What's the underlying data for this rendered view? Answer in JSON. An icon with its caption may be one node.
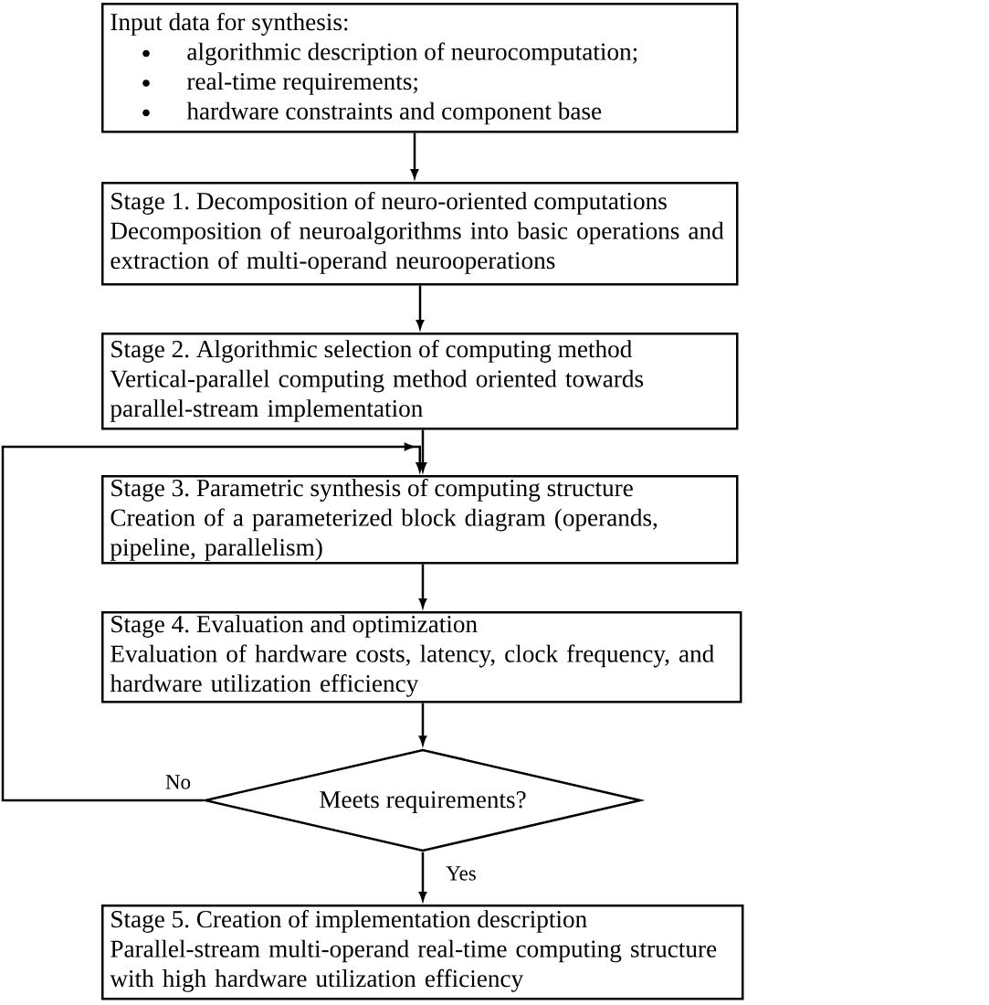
{
  "diagram": {
    "nodes": [
      {
        "text": [
          "Input data for synthesis:",
          "algorithmic description of neurocomputation;",
          "real-time requirements;",
          "hardware constraints and component base"
        ]
      },
      {
        "text": [
          "Stage 1. Decomposition of neuro-oriented computations",
          "Decomposition of neuroalgorithms into basic operations and extraction of multi-operand neurooperations"
        ]
      },
      {
        "text": [
          "Stage 2. Algorithmic selection of computing method",
          "Vertical-parallel computing method oriented towards parallel-stream implementation"
        ]
      },
      {
        "text": [
          "Stage 3. Parametric synthesis of computing structure",
          "Creation of a parameterized block diagram (operands, pipeline, parallelism)"
        ]
      },
      {
        "text": [
          "Stage 4. Evaluation and optimization",
          "Evaluation of hardware costs, latency, clock frequency, and hardware utilization efficiency"
        ]
      },
      {
        "text": [
          "Meets requirements?"
        ]
      },
      {
        "text": [
          "Stage 5. Creation of implementation description",
          "Parallel-stream multi-operand real-time computing structure with high hardware utilization efficiency"
        ]
      }
    ],
    "edges": [
      {
        "from": 0,
        "to": 1,
        "arrow": "to"
      },
      {
        "from": 1,
        "to": 2,
        "arrow": "to"
      },
      {
        "from": 2,
        "to": 3,
        "arrow": "to"
      },
      {
        "from": 3,
        "to": 4,
        "arrow": "to"
      },
      {
        "from": 4,
        "to": 5,
        "arrow": "to"
      },
      {
        "from": 5,
        "to": 6,
        "arrow": "to",
        "label": "Yes"
      },
      {
        "from": 5,
        "to": 3,
        "arrow": "to",
        "label": "No"
      }
    ]
  }
}
